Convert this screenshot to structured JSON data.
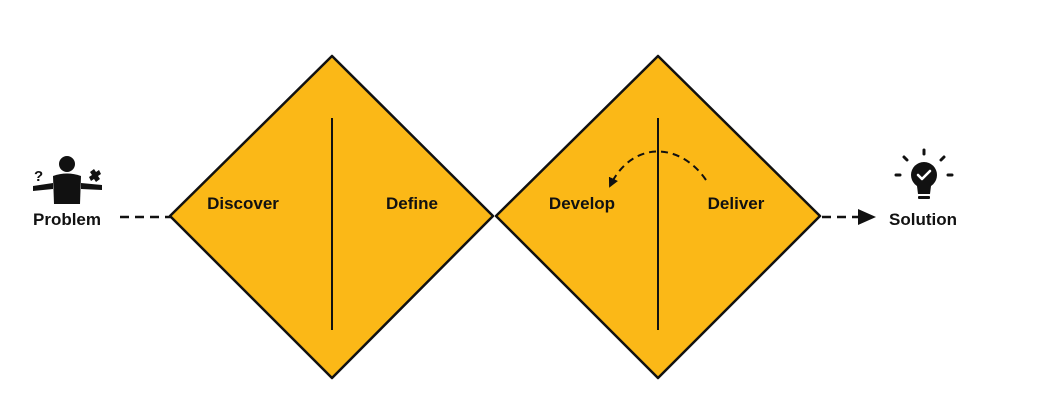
{
  "diagram": {
    "start_label": "Problem",
    "end_label": "Solution",
    "phases": [
      {
        "label": "Discover"
      },
      {
        "label": "Define"
      },
      {
        "label": "Develop"
      },
      {
        "label": "Deliver"
      }
    ],
    "start_icon": "person-with-question-and-puzzle-icon",
    "end_icon": "lightbulb-check-icon"
  },
  "colors": {
    "diamond_fill": "#FBB817",
    "stroke": "#111111",
    "background": "#FFFFFF"
  }
}
